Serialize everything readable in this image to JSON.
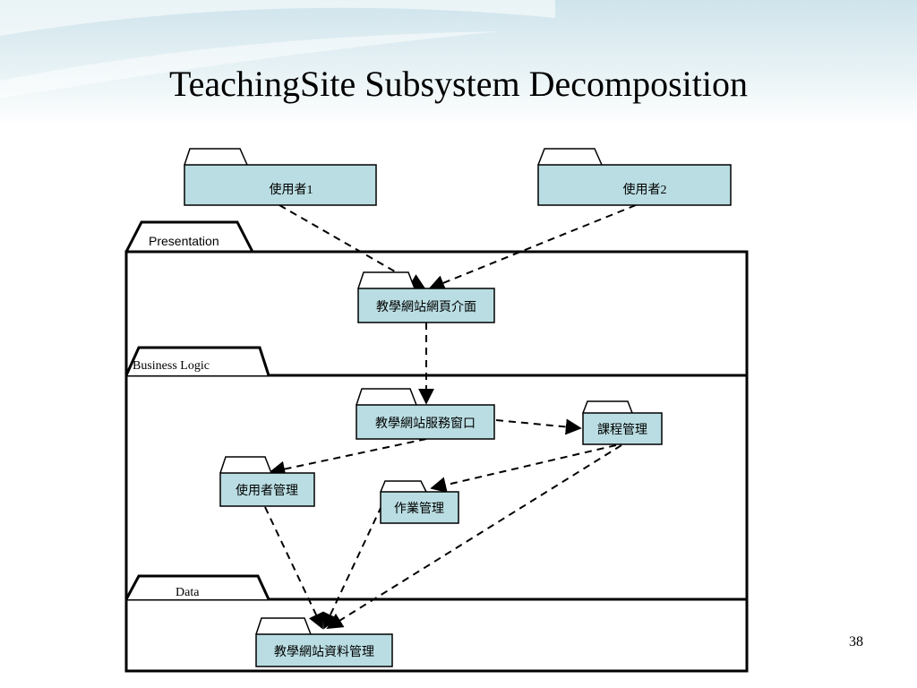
{
  "slide": {
    "title": "TeachingSite Subsystem Decomposition",
    "page_number": "38"
  },
  "layers": {
    "presentation": "Presentation",
    "business_logic": "Business Logic",
    "data": "Data"
  },
  "packages": {
    "user1": "使用者1",
    "user2": "使用者2",
    "web_interface": "教學網站網頁介面",
    "service_window": "教學網站服務窗口",
    "course_mgmt": "課程管理",
    "user_mgmt": "使用者管理",
    "homework_mgmt": "作業管理",
    "data_mgmt": "教學網站資料管理"
  },
  "colors": {
    "package_fill": "#b9dde2",
    "header_band": "#e4f0f4",
    "border": "#000000"
  }
}
